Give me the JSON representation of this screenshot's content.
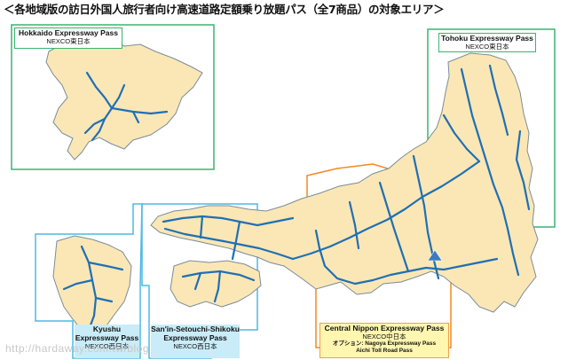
{
  "title": "＜各地域版の訪日外国人旅行者向け高速道路定額乗り放題パス（全7商品）の対象エリア＞",
  "passes": {
    "hokkaido": {
      "name": "Hokkaido Expressway Pass",
      "operator": "NEXCO東日本",
      "color": "#3cb371"
    },
    "tohoku": {
      "name": "Tohoku Expressway Pass",
      "operator": "NEXCO東日本",
      "color": "#3cb371"
    },
    "central": {
      "name": "Central Nippon Expressway Pass",
      "operator": "NEXCO中日本",
      "option_line1": "オプション: Nagoya Expressway Pass",
      "option_line2": "Aichi  Toll Road Pass",
      "color": "#f08a24"
    },
    "kyushu": {
      "name_line1": "Kyushu",
      "name_line2": "Expressway Pass",
      "operator": "NEXCO西日本",
      "color": "#4fb9e3"
    },
    "sanin": {
      "name_line1": "San'in-Setouchi-Shikoku",
      "name_line2": "Expressway Pass",
      "operator": "NEXCO西日本",
      "color": "#4fb9e3"
    }
  },
  "watermark": "http://hardaway.com.tw/blog",
  "colors": {
    "land": "#fbe7b5",
    "coast": "#7a8c99",
    "road": "#1f6fb5",
    "nexco_east": "#3cb371",
    "nexco_central": "#f08a24",
    "nexco_west": "#4fb9e3"
  }
}
